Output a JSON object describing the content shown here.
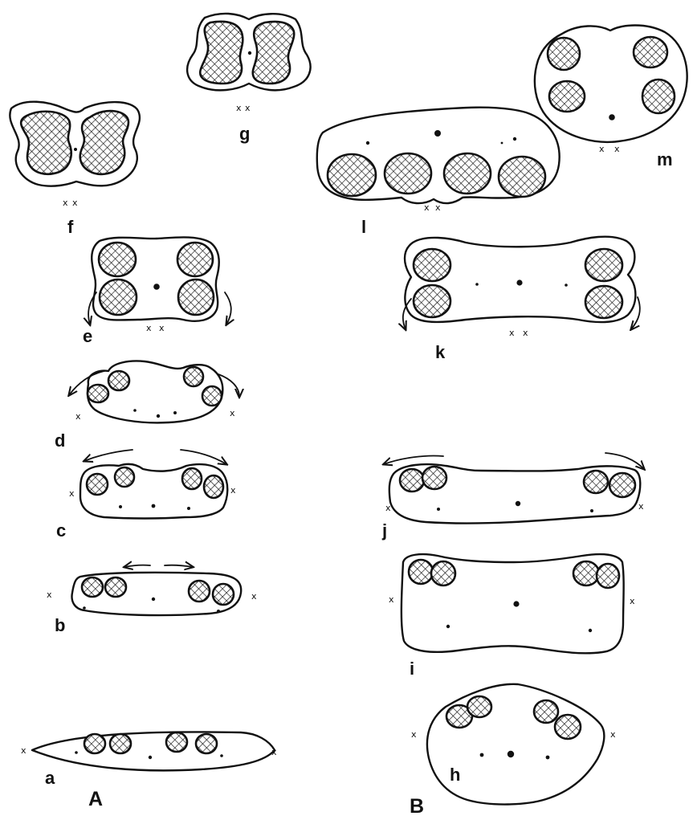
{
  "figure": {
    "group_labels": {
      "A": "A",
      "B": "B"
    },
    "stage_labels": {
      "a": "a",
      "b": "b",
      "c": "c",
      "d": "d",
      "e": "e",
      "f": "f",
      "g": "g",
      "h": "h",
      "i": "i",
      "j": "j",
      "k": "k",
      "l": "l",
      "m": "m"
    },
    "mark_glyph": "x",
    "colors": {
      "ink": "#111111",
      "paper": "#ffffff"
    }
  }
}
